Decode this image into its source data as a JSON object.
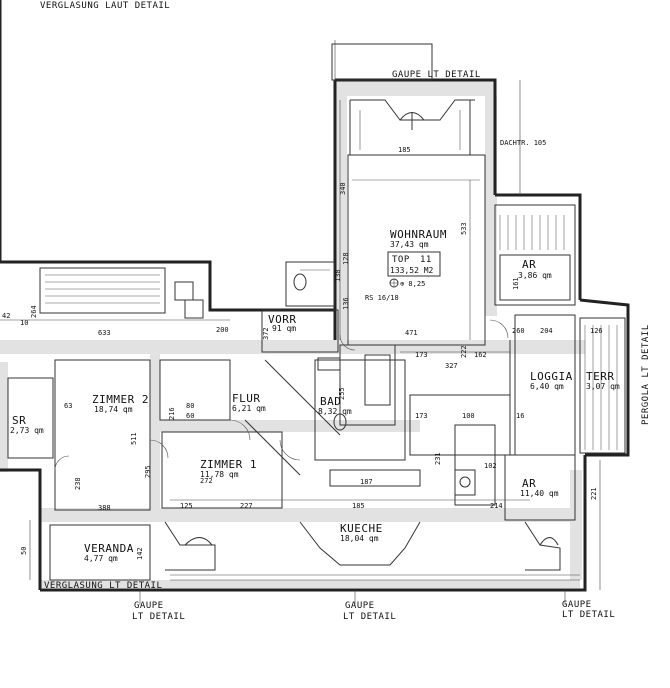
{
  "sheet": {
    "header_fragment": "VERGLASUNG LAUT DETAIL"
  },
  "unit": {
    "label": "TOP",
    "number": "11",
    "total_area": "133,52 M2",
    "marker": "⊕ 8,25"
  },
  "rooms": [
    {
      "key": "wohnraum",
      "name": "WOHNRAUM",
      "area": "37,43 qm"
    },
    {
      "key": "ar_top",
      "name": "AR",
      "area": "3,86 qm"
    },
    {
      "key": "vorr",
      "name": "VORR",
      "area": "91 qm"
    },
    {
      "key": "loggia",
      "name": "LOGGIA",
      "area": "6,40 qm"
    },
    {
      "key": "terr",
      "name": "TERR",
      "area": "3,07 qm"
    },
    {
      "key": "zimmer2",
      "name": "ZIMMER 2",
      "area": "18,74 qm"
    },
    {
      "key": "flur",
      "name": "FLUR",
      "area": "6,21 qm"
    },
    {
      "key": "bad",
      "name": "BAD",
      "area": "8,32 qm"
    },
    {
      "key": "zimmer1",
      "name": "ZIMMER 1",
      "area": "11,78 qm"
    },
    {
      "key": "sr",
      "name": "SR",
      "area": "2,73 qm"
    },
    {
      "key": "ar_right",
      "name": "AR",
      "area": "11,40 qm"
    },
    {
      "key": "kueche",
      "name": "KUECHE",
      "area": "18,04 qm"
    },
    {
      "key": "veranda",
      "name": "VERANDA",
      "area": "4,77 qm"
    }
  ],
  "labels": {
    "gaupe_top": "GAUPE LT DETAIL",
    "verglasung_bottom": "VERGLASUNG LT DETAIL",
    "gaupe_b1_a": "GAUPE",
    "gaupe_b1_b": "LT DETAIL",
    "gaupe_b2_a": "GAUPE",
    "gaupe_b2_b": "LT DETAIL",
    "gaupe_b3_a": "GAUPE",
    "gaupe_b3_b": "LT DETAIL",
    "pergola": "PERGOLA LT DETAIL",
    "stairs": "RS 16/18",
    "dachtraufe": "DACHTR. 105"
  },
  "dimensions": {
    "d185_top": "185",
    "d533": "533",
    "d340": "340",
    "d471": "471",
    "d173": "173",
    "d327": "327",
    "d222": "222",
    "d162": "162",
    "d204": "204",
    "d126": "126",
    "d255": "255",
    "d187": "187",
    "d173b": "173",
    "d231": "231",
    "d102": "102",
    "d227": "227",
    "d185_bot": "185",
    "d214": "214",
    "d125": "125",
    "d272": "272",
    "d633": "633",
    "d372": "372",
    "d200": "200",
    "d264": "264",
    "d238": "238",
    "d295": "295",
    "d511": "511",
    "d388": "388",
    "d142": "142",
    "d161": "161",
    "d50": "50",
    "d221": "221",
    "d136": "136",
    "d128": "128",
    "d138": "138",
    "d100": "100",
    "d260": "260",
    "d42": "42",
    "d10": "10",
    "d16": "16",
    "d63": "63",
    "d80": "80",
    "d60": "60",
    "d216": "216"
  }
}
